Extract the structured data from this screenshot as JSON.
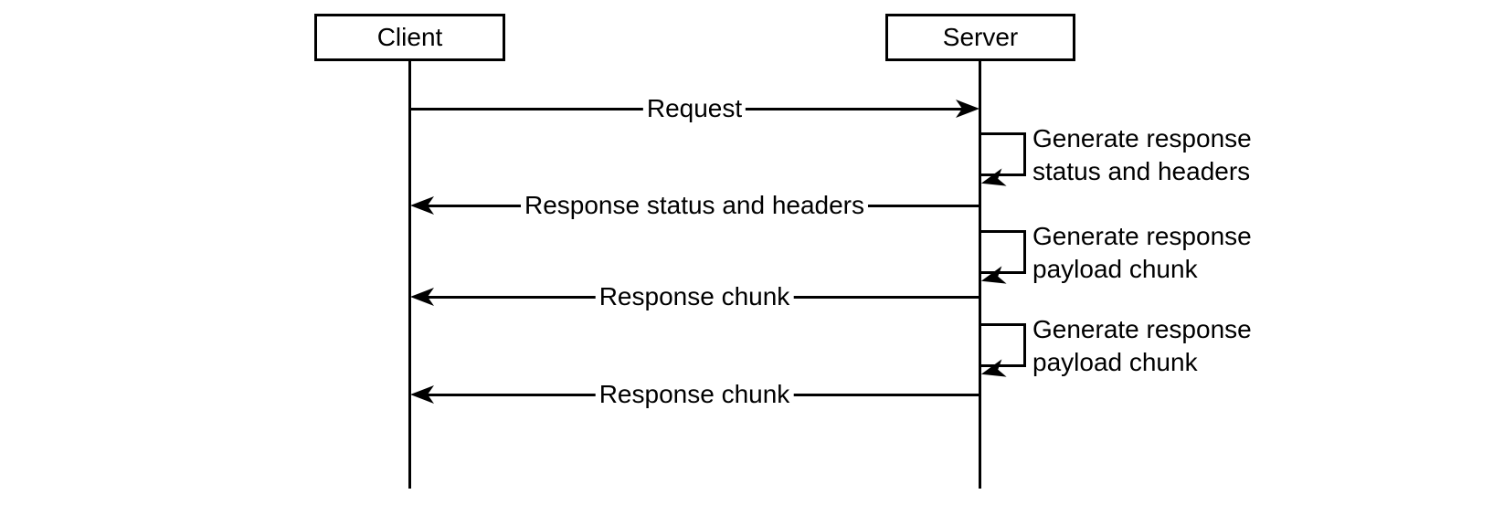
{
  "diagram": {
    "type": "sequence",
    "actors": [
      {
        "label": "Client"
      },
      {
        "label": "Server"
      }
    ],
    "messages": [
      {
        "from": "Client",
        "to": "Server",
        "label": "Request"
      },
      {
        "from": "Server",
        "to": "Client",
        "label": "Response status and headers"
      },
      {
        "from": "Server",
        "to": "Client",
        "label": "Response chunk"
      },
      {
        "from": "Server",
        "to": "Client",
        "label": "Response chunk"
      }
    ],
    "self_messages": [
      {
        "actor": "Server",
        "label": "Generate response status and headers"
      },
      {
        "actor": "Server",
        "label": "Generate response payload chunk"
      },
      {
        "actor": "Server",
        "label": "Generate response payload chunk"
      }
    ],
    "colors": {
      "line": "#000000",
      "text": "#000000",
      "background": "#ffffff"
    }
  }
}
